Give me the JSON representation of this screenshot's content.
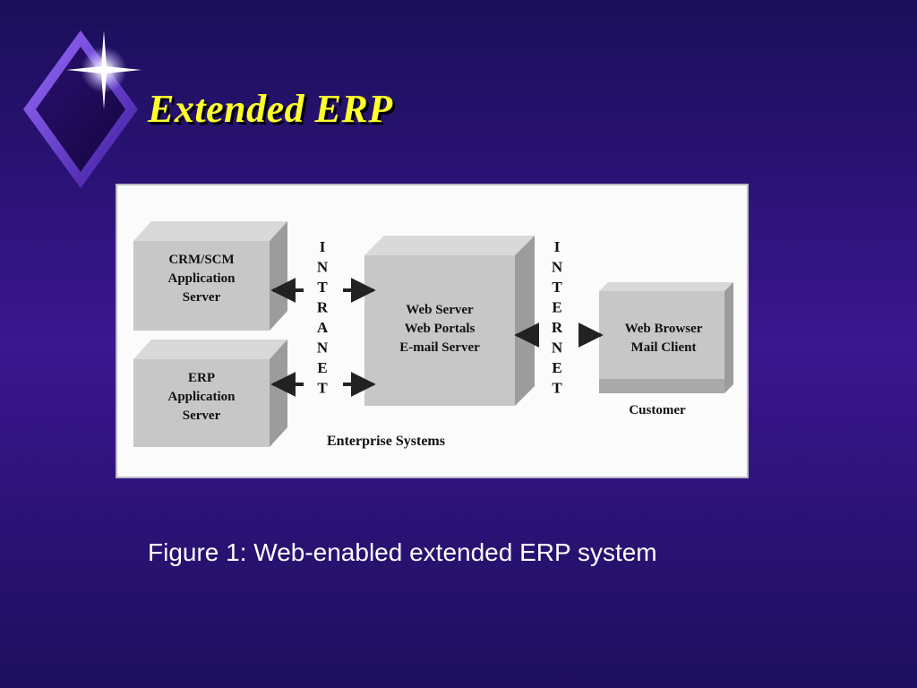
{
  "slide": {
    "title": "Extended ERP",
    "caption": "Figure 1: Web-enabled extended ERP system"
  },
  "colors": {
    "title": "#ffff2a",
    "background_dark": "#1a0f5a",
    "background_mid": "#3b168f",
    "box_face": "#c7c7c7",
    "box_side": "#9c9c9c",
    "box_top": "#d9d9d9",
    "arrow": "#222222"
  },
  "diagram": {
    "crm_server": {
      "lines": [
        "CRM/SCM",
        "Application",
        "Server"
      ]
    },
    "erp_server": {
      "lines": [
        "ERP",
        "Application",
        "Server"
      ]
    },
    "web_server": {
      "lines": [
        "Web Server",
        "Web Portals",
        "E-mail Server"
      ]
    },
    "web_browser": {
      "lines": [
        "Web Browser",
        "Mail Client"
      ]
    },
    "intranet_label": "INTRANET",
    "internet_label": "INTERNET",
    "enterprise_label": "Enterprise Systems",
    "customer_label": "Customer"
  },
  "icons": {
    "corner": "star-diamond-icon"
  }
}
